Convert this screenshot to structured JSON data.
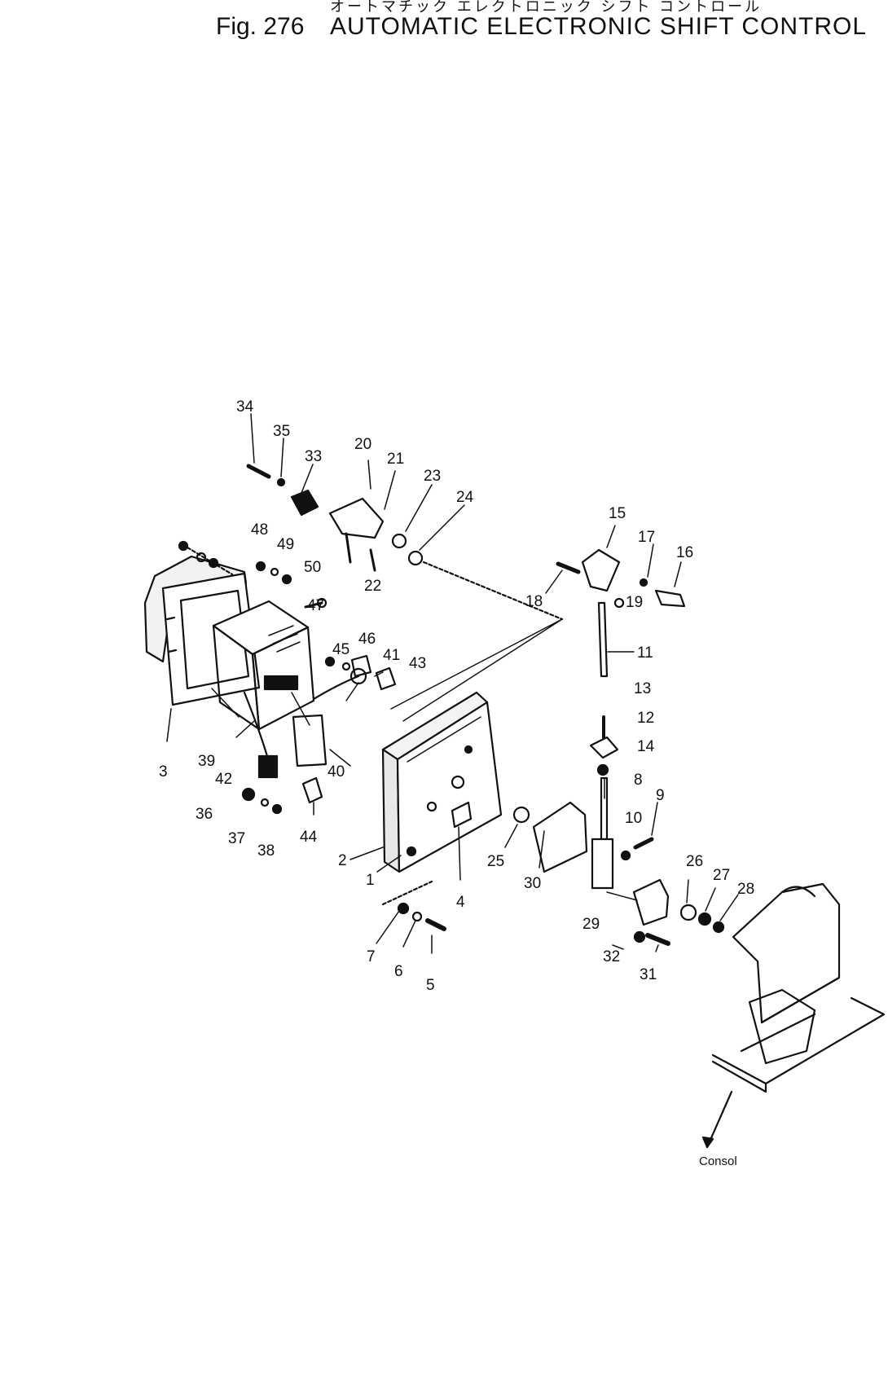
{
  "header": {
    "japanese": "オートマチック エレクトロニック シフト コントロール",
    "figure_number": "Fig. 276",
    "title": "AUTOMATIC ELECTRONIC SHIFT CONTROL"
  },
  "console_label": "Consol",
  "callouts": [
    "34",
    "35",
    "33",
    "20",
    "21",
    "23",
    "24",
    "22",
    "48",
    "49",
    "50",
    "47",
    "45",
    "46",
    "41",
    "43",
    "15",
    "17",
    "16",
    "18",
    "19",
    "11",
    "13",
    "12",
    "14",
    "8",
    "9",
    "10",
    "3",
    "39",
    "42",
    "40",
    "36",
    "37",
    "38",
    "44",
    "2",
    "1",
    "4",
    "25",
    "30",
    "26",
    "27",
    "28",
    "29",
    "32",
    "31",
    "7",
    "6",
    "5"
  ]
}
